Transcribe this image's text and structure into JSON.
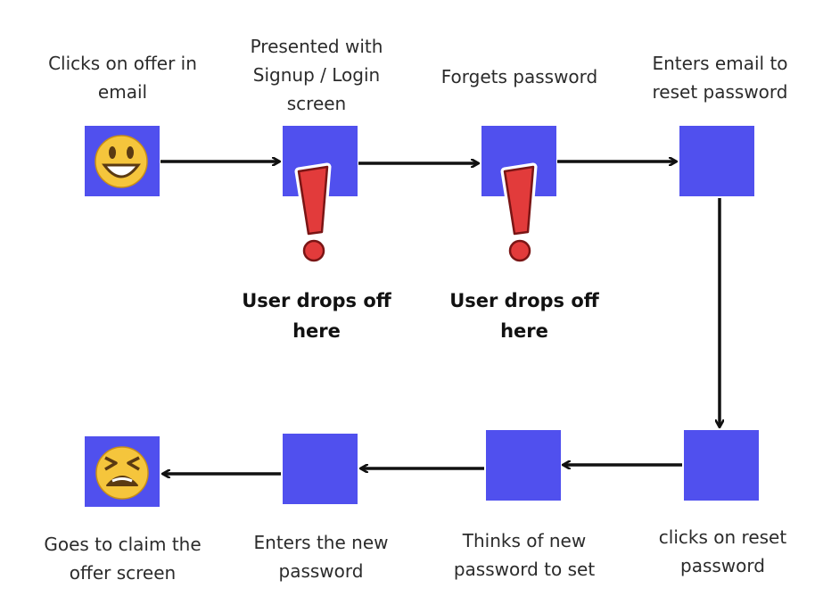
{
  "colors": {
    "step_box": "#5050ee",
    "arrow": "#111111",
    "alert_red": "#e23b3b",
    "emoji_yellow": "#f5c53c"
  },
  "steps": {
    "step1": {
      "label": "Clicks on offer in\nemail",
      "icon": "smiling-face-icon"
    },
    "step2": {
      "label": "Presented with\nSignup / Login\nscreen"
    },
    "step3": {
      "label": "Forgets password"
    },
    "step4": {
      "label": "Enters email to\nreset password"
    },
    "step5": {
      "label": "clicks on reset\npassword"
    },
    "step6": {
      "label": "Thinks of new\npassword to set"
    },
    "step7": {
      "label": "Enters the new\npassword"
    },
    "step8": {
      "label": "Goes to claim the\noffer screen",
      "icon": "tired-face-icon"
    }
  },
  "dropoffs": [
    {
      "label": "User drops off\nhere",
      "icon": "exclamation-icon"
    },
    {
      "label": "User drops off\nhere",
      "icon": "exclamation-icon"
    }
  ]
}
